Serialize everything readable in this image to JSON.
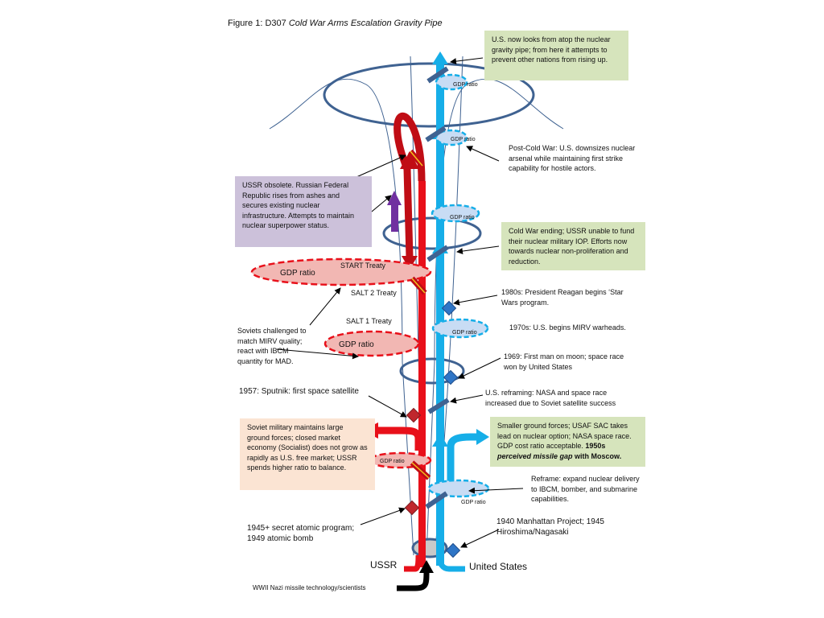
{
  "title": {
    "prefix": "Figure 1: D307 ",
    "italic": "Cold War Arms Escalation Gravity Pipe"
  },
  "labels": {
    "ussr": "USSR",
    "us": "United States",
    "nazi": "WWII Nazi missile technology/scientists",
    "gdp": "GDP ratio",
    "start": "START Treaty",
    "salt2": "SALT 2 Treaty",
    "salt1": "SALT 1 Treaty"
  },
  "annotations": {
    "us_top": "U.S. now looks from atop the nuclear gravity pipe; from here it attempts to prevent other nations from rising up.",
    "post_cold_war": "Post-Cold War: U.S. downsizes nuclear arsenal while maintaining first strike capability for hostile actors.",
    "ussr_obsolete": "USSR obsolete. Russian Federal Republic rises from ashes and secures existing nuclear infrastructure.  Attempts to maintain nuclear superpower status.",
    "cold_war_ending": "Cold War ending; USSR unable to fund their nuclear military IOP. Efforts now towards nuclear non-proliferation and reduction.",
    "reagan": "1980s: President Reagan begins ‘Star Wars program.",
    "mirv_1970": "1970s: U.S. begins MIRV warheads.",
    "soviets_mirv": "Soviets challenged to match MIRV quality; react with IBCM quantity for MAD.",
    "moon_1969": "1969: First man on moon; space race won by United States",
    "sputnik": "1957: Sputnik: first space satellite",
    "nasa_reframe": "U.S. reframing: NASA and space race increased due to Soviet satellite success",
    "soviet_military": "Soviet military maintains large ground forces; closed market economy (Socialist) does not grow as rapidly as U.S. free market; USSR spends higher ratio to balance.",
    "smaller_forces_pre": "Smaller ground forces; USAF SAC takes lead on nuclear option; NASA space race. GDP cost ratio acceptable. ",
    "smaller_forces_bold1": "1950s ",
    "smaller_forces_bolditalic": "perceived missile gap",
    "smaller_forces_bold2": " with Moscow.",
    "reframe_delivery": "Reframe: expand nuclear delivery to IBCM, bomber, and submarine capabilities.",
    "secret_program": "1945+ secret atomic program; 1949 atomic bomb",
    "manhattan": "1940 Manhattan Project; 1945 Hiroshima/Nagasaki"
  },
  "colors": {
    "ussr_red": "#e8101a",
    "us_blue": "#16aee8",
    "ring": "#3f6291",
    "gdp_fill": "#f2b7b3",
    "gdp_us_fill": "#c8dcf4",
    "green_box": "#d6e4bc",
    "purple_box": "#ccc1da",
    "peach_box": "#fbe4d3"
  }
}
